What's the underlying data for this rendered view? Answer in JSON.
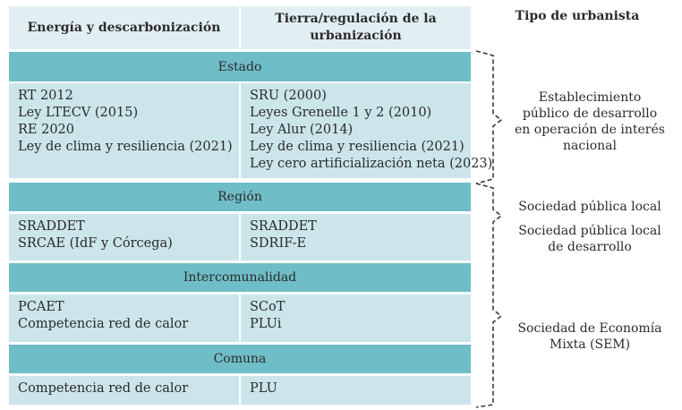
{
  "header": {
    "col1": "Energía y descarbonización",
    "col2_line1": "Tierra/regulación de la",
    "col2_line2": "urbanización",
    "col3": "Tipo de urbanista"
  },
  "bands": {
    "estado": "Estado",
    "region": "Región",
    "intercomunalidad": "Intercomunalidad",
    "comuna": "Comuna"
  },
  "estado": {
    "energy": [
      "RT 2012",
      "Ley LTECV (2015)",
      "RE 2020",
      "Ley de clima y resiliencia (2021)"
    ],
    "land": [
      "SRU (2000)",
      "Leyes Grenelle 1 y 2 (2010)",
      "Ley Alur (2014)",
      "Ley de clima y resiliencia (2021)",
      "Ley cero artificialización neta (2023)"
    ]
  },
  "region": {
    "energy": [
      "SRADDET",
      "SRCAE (IdF y Córcega)"
    ],
    "land": [
      "SRADDET",
      "SDRIF-E"
    ]
  },
  "intercomunalidad": {
    "energy": [
      "PCAET",
      "Competencia red de calor"
    ],
    "land": [
      "SCoT",
      "PLUi"
    ]
  },
  "comuna": {
    "energy": [
      "Competencia red de calor"
    ],
    "land": [
      "PLU"
    ]
  },
  "urbanists": {
    "epa": [
      "Establecimiento",
      "público de desarrollo",
      "en operación de interés",
      "nacional"
    ],
    "spl": [
      "Sociedad pública local"
    ],
    "splad": [
      "Sociedad pública local",
      "de desarrollo"
    ],
    "sem": [
      "Sociedad de Economía",
      "Mixta (SEM)"
    ]
  }
}
